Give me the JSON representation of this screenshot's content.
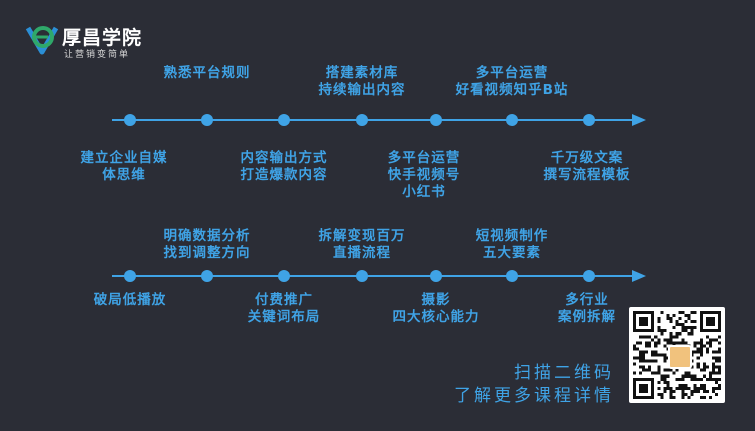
{
  "brand": {
    "title": "厚昌学院",
    "subtitle": "让营销变简单"
  },
  "timeline1": {
    "top_labels": [
      [
        "熟悉平台规则"
      ],
      [
        "搭建素材库",
        "持续输出内容"
      ],
      [
        "多平台运营",
        "好看视频知乎B站"
      ]
    ],
    "bottom_labels": [
      [
        "建立企业自媒",
        "体思维"
      ],
      [
        "内容输出方式",
        "打造爆款内容"
      ],
      [
        "多平台运营",
        "快手视频号",
        "小红书"
      ],
      [
        "千万级文案",
        "撰写流程模板"
      ]
    ]
  },
  "timeline2": {
    "top_labels": [
      [
        "明确数据分析",
        "找到调整方向"
      ],
      [
        "拆解变现百万",
        "直播流程"
      ],
      [
        "短视频制作",
        "五大要素"
      ]
    ],
    "bottom_labels": [
      [
        "破局低播放"
      ],
      [
        "付费推广",
        "关键词布局"
      ],
      [
        "摄影",
        "四大核心能力"
      ],
      [
        "多行业",
        "案例拆解"
      ]
    ]
  },
  "cta": {
    "line1": "扫描二维码",
    "line2": "了解更多课程详情"
  },
  "colors": {
    "background": "#2b2d36",
    "accent": "#3fa3e6",
    "logo_green": "#2fa86a",
    "logo_blue": "#2b8fd6"
  },
  "icons": {
    "logo": "brand-logo-icon",
    "qr": "qr-code-icon"
  }
}
